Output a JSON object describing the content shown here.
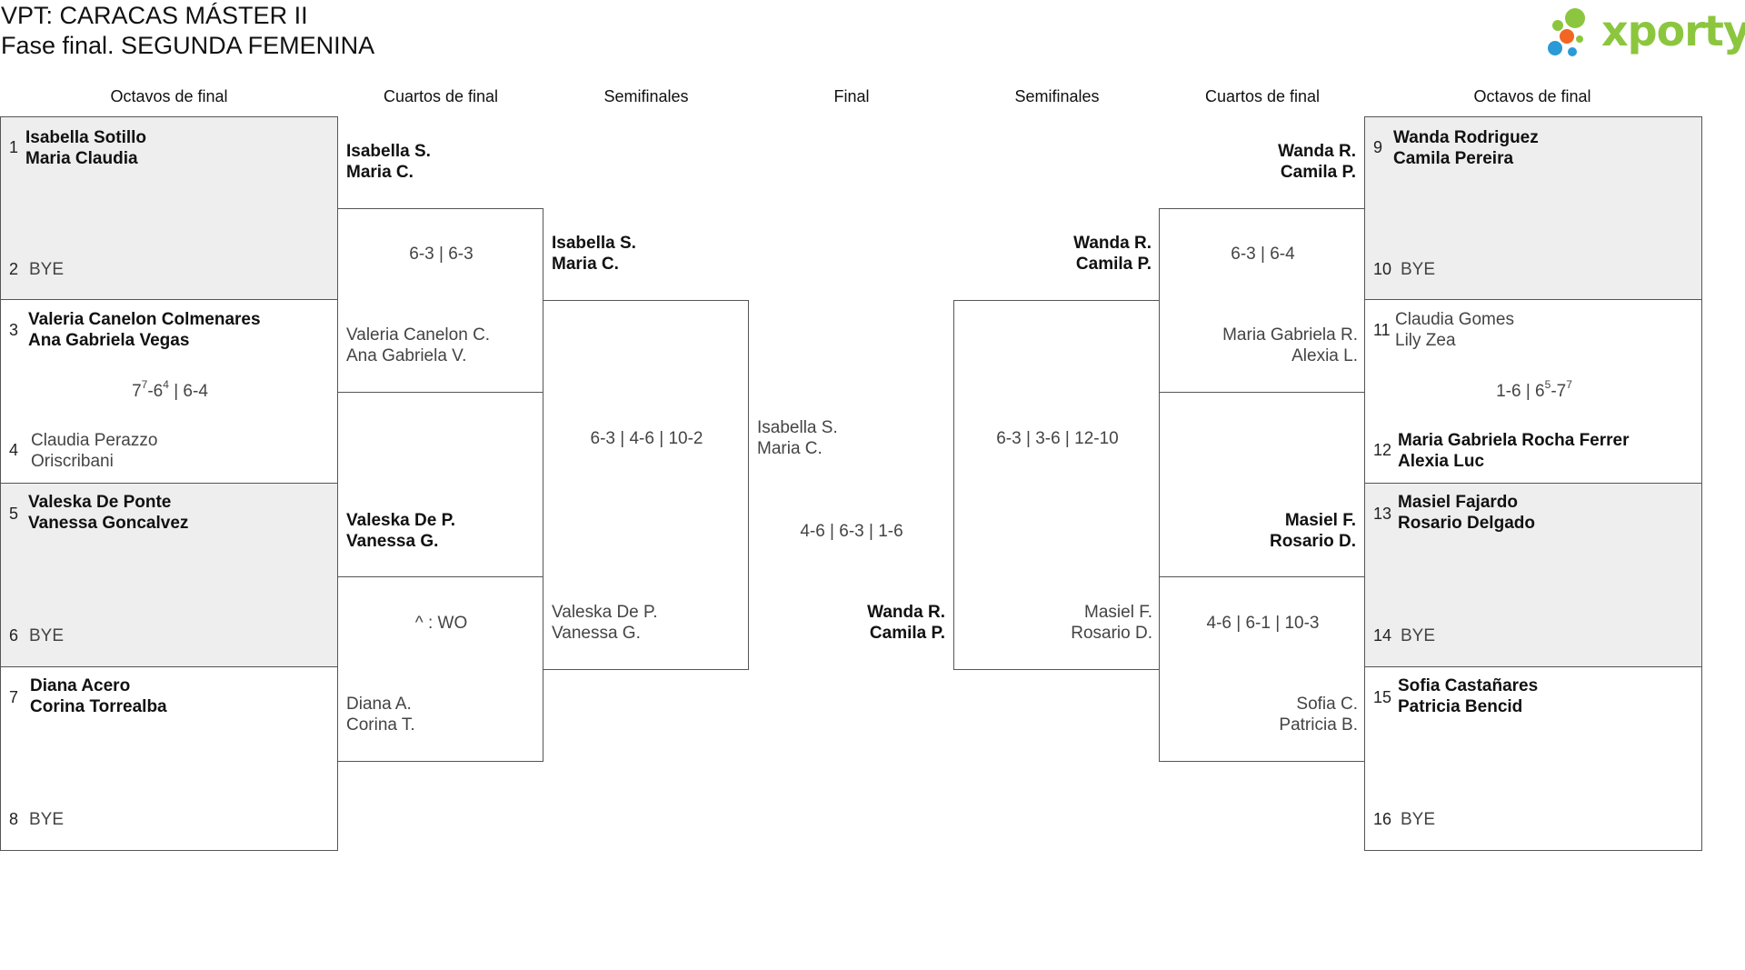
{
  "header": {
    "title_line1": "VPT: CARACAS MÁSTER II",
    "title_line2": "Fase final. SEGUNDA FEMENINA",
    "logo_text": "xporty"
  },
  "columns": {
    "left_r16": "Octavos de final",
    "left_qf": "Cuartos de final",
    "left_sf": "Semifinales",
    "final": "Final",
    "right_sf": "Semifinales",
    "right_qf": "Cuartos de final",
    "right_r16": "Octavos de final"
  },
  "r16": [
    {
      "seed_a": "1",
      "a1": "Isabella Sotillo",
      "a2": "Maria Claudia",
      "seed_b": "2",
      "b1": "BYE",
      "b2": "",
      "score": ""
    },
    {
      "seed_a": "3",
      "a1": "Valeria Canelon Colmenares",
      "a2": "Ana Gabriela Vegas",
      "seed_b": "4",
      "b1": "Claudia Perazzo",
      "b2": "Oriscribani",
      "score_parts": [
        "7",
        "7",
        "-6",
        "4",
        " | 6-4"
      ]
    },
    {
      "seed_a": "5",
      "a1": "Valeska De Ponte",
      "a2": "Vanessa Goncalvez",
      "seed_b": "6",
      "b1": "BYE",
      "b2": "",
      "score": ""
    },
    {
      "seed_a": "7",
      "a1": "Diana Acero",
      "a2": "Corina Torrealba",
      "seed_b": "8",
      "b1": "BYE",
      "b2": "",
      "score": ""
    },
    {
      "seed_a": "9",
      "a1": "Wanda Rodriguez",
      "a2": "Camila Pereira",
      "seed_b": "10",
      "b1": "BYE",
      "b2": "",
      "score": ""
    },
    {
      "seed_a": "11",
      "a1": "Claudia Gomes",
      "a2": "Lily Zea",
      "seed_b": "12",
      "b1": "Maria Gabriela Rocha Ferrer",
      "b2": "Alexia Luc",
      "score_parts": [
        "1-6 | 6",
        "5",
        "-7",
        "7",
        ""
      ]
    },
    {
      "seed_a": "13",
      "a1": "Masiel Fajardo",
      "a2": "Rosario Delgado",
      "seed_b": "14",
      "b1": "BYE",
      "b2": "",
      "score": ""
    },
    {
      "seed_a": "15",
      "a1": "Sofia Castañares",
      "a2": "Patricia Bencid",
      "seed_b": "16",
      "b1": "BYE",
      "b2": "",
      "score": ""
    }
  ],
  "qf": [
    {
      "a1": "Isabella S.",
      "a2": "Maria C.",
      "b1": "Valeria Canelon C.",
      "b2": "Ana Gabriela V.",
      "score": "6-3 | 6-3"
    },
    {
      "a1": "Valeska De P.",
      "a2": "Vanessa G.",
      "b1": "Diana A.",
      "b2": "Corina T.",
      "score": "^ : WO"
    },
    {
      "a1": "Wanda R.",
      "a2": "Camila P.",
      "b1": "Maria Gabriela R.",
      "b2": "Alexia L.",
      "score": "6-3 | 6-4"
    },
    {
      "a1": "Masiel F.",
      "a2": "Rosario D.",
      "b1": "Sofia C.",
      "b2": "Patricia B.",
      "score": "4-6 | 6-1 | 10-3"
    }
  ],
  "sf": [
    {
      "a1": "Isabella S.",
      "a2": "Maria C.",
      "b1": "Valeska De P.",
      "b2": "Vanessa G.",
      "score": "6-3 | 4-6 | 10-2"
    },
    {
      "a1": "Wanda R.",
      "a2": "Camila P.",
      "b1": "Masiel F.",
      "b2": "Rosario D.",
      "score": "6-3 | 3-6 | 12-10"
    }
  ],
  "final": {
    "a1": "Isabella S.",
    "a2": "Maria C.",
    "b1": "Wanda R.",
    "b2": "Camila P.",
    "score": "4-6 | 6-3 | 1-6"
  },
  "colors": {
    "shade": "#eeeeee",
    "border": "#555555",
    "logo_green": "#8cc63f",
    "logo_blue": "#2b9ad6",
    "logo_orange": "#f26522"
  }
}
